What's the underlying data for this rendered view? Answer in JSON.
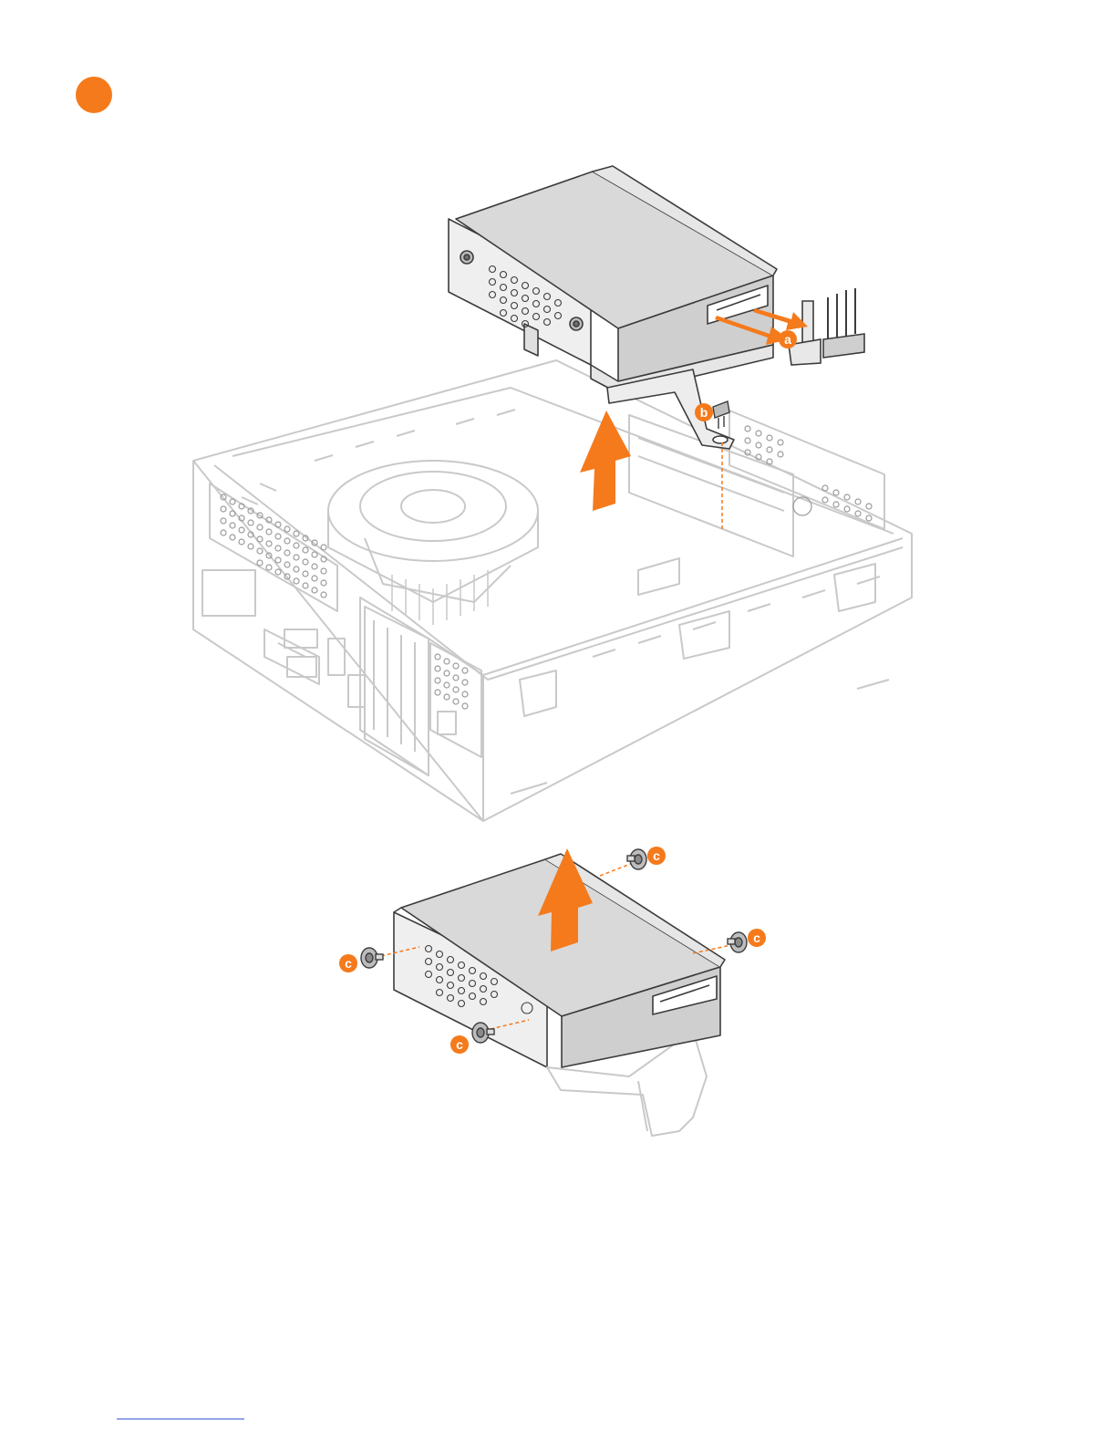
{
  "step": {
    "marker_color": "#f57a1c"
  },
  "callouts": {
    "a": "a",
    "b": "b",
    "c": "c"
  },
  "colors": {
    "accent": "#f57a1c",
    "line": "#6e6e6e",
    "ghost_line": "#c9c9c9",
    "drive_fill": "#d9d9d9",
    "drive_dark": "#9a9a9a"
  }
}
